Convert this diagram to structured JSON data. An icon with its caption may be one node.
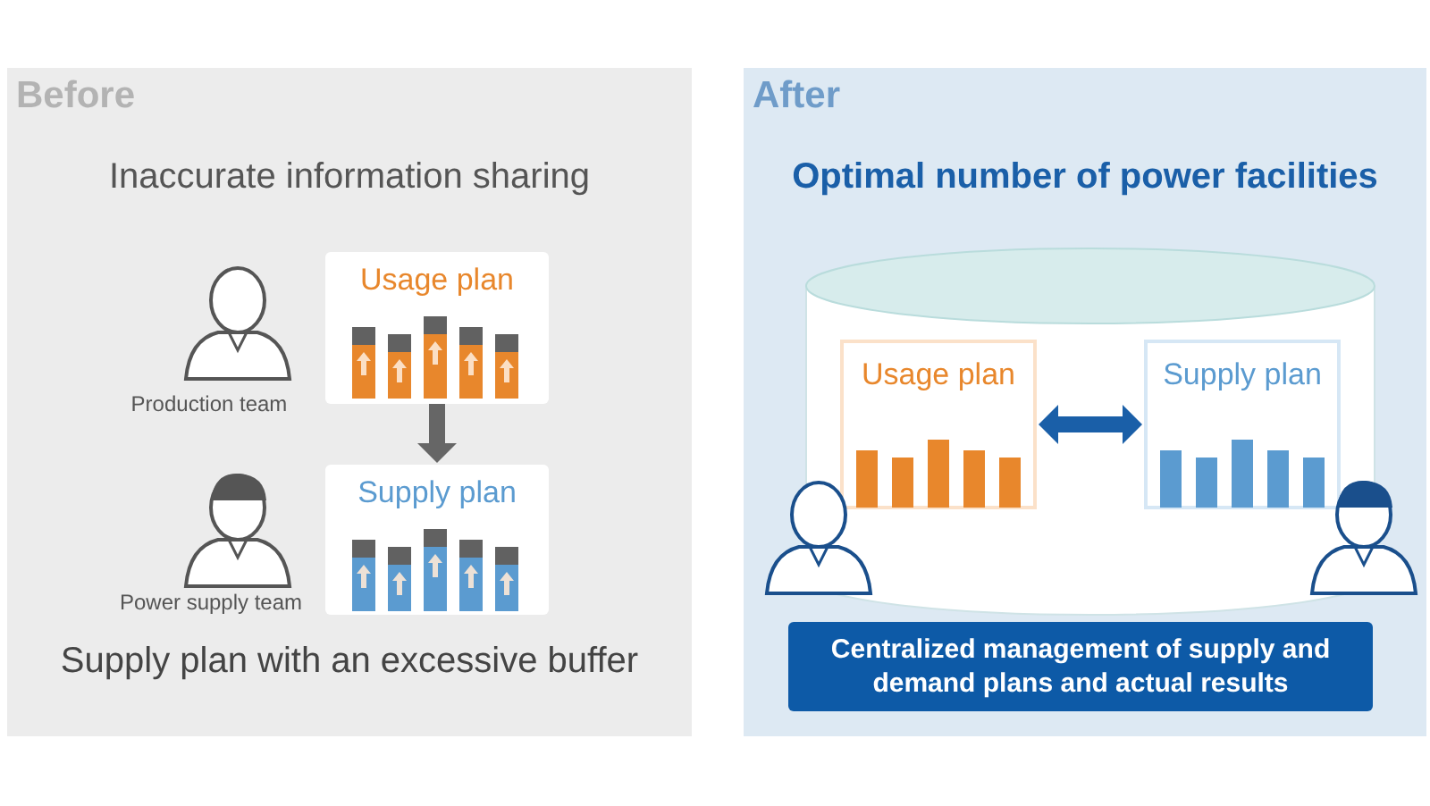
{
  "diagram": {
    "nodes": [
      {
        "text": [
          "Before",
          "Inaccurate information sharing",
          "Supply plan with an excessive buffer"
        ]
      },
      {
        "text": [
          "Usage plan"
        ],
        "in": 0
      },
      {
        "text": [
          "Supply plan"
        ],
        "in": 0
      },
      {
        "text": [
          "After",
          "Optimal number of power facilities"
        ]
      },
      {
        "text": [],
        "shape": "cylinder",
        "in": 3
      },
      {
        "text": [
          "Usage plan"
        ],
        "in": 4
      },
      {
        "text": [
          "Supply plan"
        ],
        "in": 4
      },
      {
        "text": [
          "Centralized management of supply and demand plans and actual results"
        ],
        "in": 3
      }
    ],
    "edges": [
      {
        "from": 1,
        "to": 2,
        "arrow": "to",
        "color": "#666666"
      },
      {
        "from": 5,
        "to": 6,
        "arrow": "both",
        "color": "#1a5fa8"
      }
    ],
    "labels": [
      "Production team",
      "Power supply team"
    ]
  }
}
